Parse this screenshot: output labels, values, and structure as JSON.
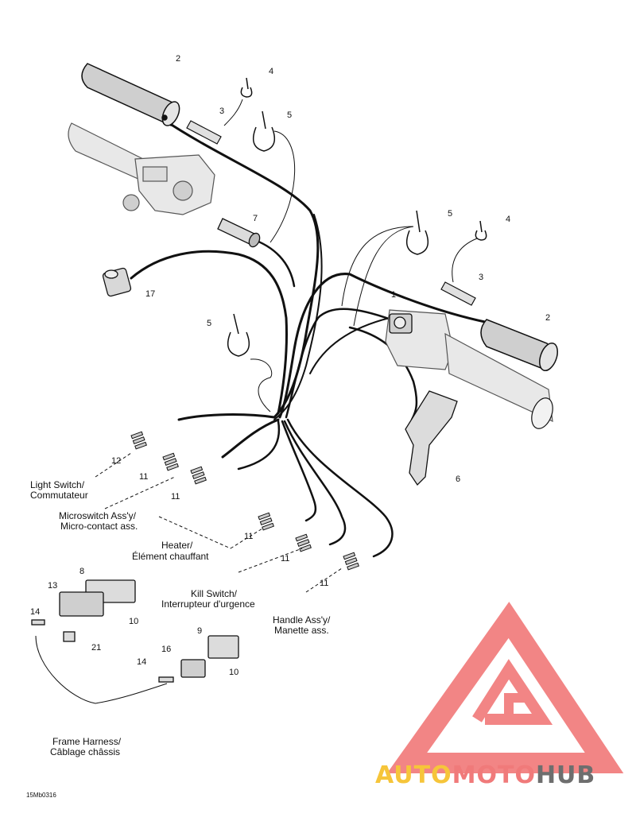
{
  "diagram": {
    "part_numbers": {
      "p2a": "2",
      "p4a": "4",
      "p3a": "3",
      "p5a": "5",
      "p7": "7",
      "p17": "17",
      "p5b": "5",
      "p4b": "4",
      "p3b": "3",
      "p1": "1",
      "p2b": "2",
      "p5c": "5",
      "p6": "6",
      "p12": "12",
      "p11a": "11",
      "p11b": "11",
      "p11c": "11",
      "p11d": "11",
      "p11e": "11",
      "p8": "8",
      "p13": "13",
      "p10a": "10",
      "p14a": "14",
      "p21": "21",
      "p9": "9",
      "p16": "16",
      "p14b": "14",
      "p10b": "10"
    },
    "callouts": {
      "light_switch_en": "Light Switch/",
      "light_switch_fr": "Commutateur",
      "microswitch_en": "Microswitch Ass'y/",
      "microswitch_fr": "Micro-contact ass.",
      "heater_en": "Heater/",
      "heater_fr": "Élément chauffant",
      "kill_switch_en": "Kill Switch/",
      "kill_switch_fr": "Interrupteur d'urgence",
      "handle_en": "Handle Ass'y/",
      "handle_fr": "Manette ass.",
      "frame_en": "Frame Harness/",
      "frame_fr": "Câblage châssis"
    },
    "reference_code": "15Mb0316"
  },
  "watermark": {
    "text_auto": "AUTO",
    "text_moto": "MOTO",
    "text_hub": "HUB",
    "colors": {
      "logo": "#f07070",
      "auto": "#f6c53a",
      "moto": "#f07a7a",
      "hub": "#6e6e6e"
    }
  }
}
